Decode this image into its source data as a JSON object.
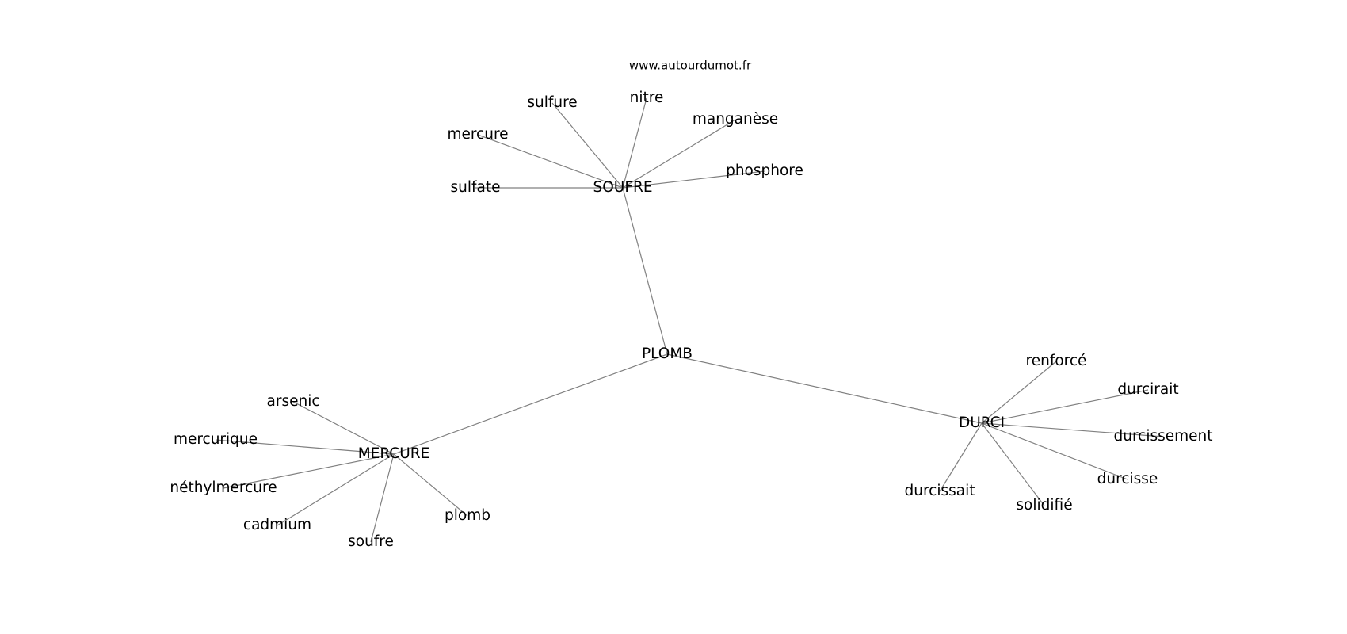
{
  "source": "www.autourdumot.fr",
  "center": "PLOMB",
  "nodes": [
    {
      "id": "plomb_c",
      "label": "PLOMB"
    },
    {
      "id": "soufre_h",
      "label": "SOUFRE"
    },
    {
      "id": "mercure_h",
      "label": "MERCURE"
    },
    {
      "id": "durci_h",
      "label": "DURCI"
    },
    {
      "id": "s_sulfure",
      "label": "sulfure"
    },
    {
      "id": "s_nitre",
      "label": "nitre"
    },
    {
      "id": "s_manganese",
      "label": "manganèse"
    },
    {
      "id": "s_mercure",
      "label": "mercure"
    },
    {
      "id": "s_phosphore",
      "label": "phosphore"
    },
    {
      "id": "s_sulfate",
      "label": "sulfate"
    },
    {
      "id": "m_arsenic",
      "label": "arsenic"
    },
    {
      "id": "m_mercurique",
      "label": "mercurique"
    },
    {
      "id": "m_methylmercure",
      "label": "néthylmercure"
    },
    {
      "id": "m_cadmium",
      "label": "cadmium"
    },
    {
      "id": "m_soufre",
      "label": "soufre"
    },
    {
      "id": "m_plomb",
      "label": "plomb"
    },
    {
      "id": "d_renforce",
      "label": "renforcé"
    },
    {
      "id": "d_durcirait",
      "label": "durcirait"
    },
    {
      "id": "d_durcissement",
      "label": "durcissement"
    },
    {
      "id": "d_durcisse",
      "label": "durcisse"
    },
    {
      "id": "d_solidifie",
      "label": "solidifié"
    },
    {
      "id": "d_durcissait",
      "label": "durcissait"
    }
  ],
  "edges": [
    [
      "plomb_c",
      "soufre_h"
    ],
    [
      "plomb_c",
      "mercure_h"
    ],
    [
      "plomb_c",
      "durci_h"
    ],
    [
      "soufre_h",
      "s_sulfure"
    ],
    [
      "soufre_h",
      "s_nitre"
    ],
    [
      "soufre_h",
      "s_manganese"
    ],
    [
      "soufre_h",
      "s_mercure"
    ],
    [
      "soufre_h",
      "s_phosphore"
    ],
    [
      "soufre_h",
      "s_sulfate"
    ],
    [
      "mercure_h",
      "m_arsenic"
    ],
    [
      "mercure_h",
      "m_mercurique"
    ],
    [
      "mercure_h",
      "m_methylmercure"
    ],
    [
      "mercure_h",
      "m_cadmium"
    ],
    [
      "mercure_h",
      "m_soufre"
    ],
    [
      "mercure_h",
      "m_plomb"
    ],
    [
      "durci_h",
      "d_renforce"
    ],
    [
      "durci_h",
      "d_durcirait"
    ],
    [
      "durci_h",
      "d_durcissement"
    ],
    [
      "durci_h",
      "d_durcisse"
    ],
    [
      "durci_h",
      "d_solidifie"
    ],
    [
      "durci_h",
      "d_durcissait"
    ]
  ],
  "colors": {
    "edge": "#808080",
    "text": "#000000",
    "background": "#ffffff"
  }
}
